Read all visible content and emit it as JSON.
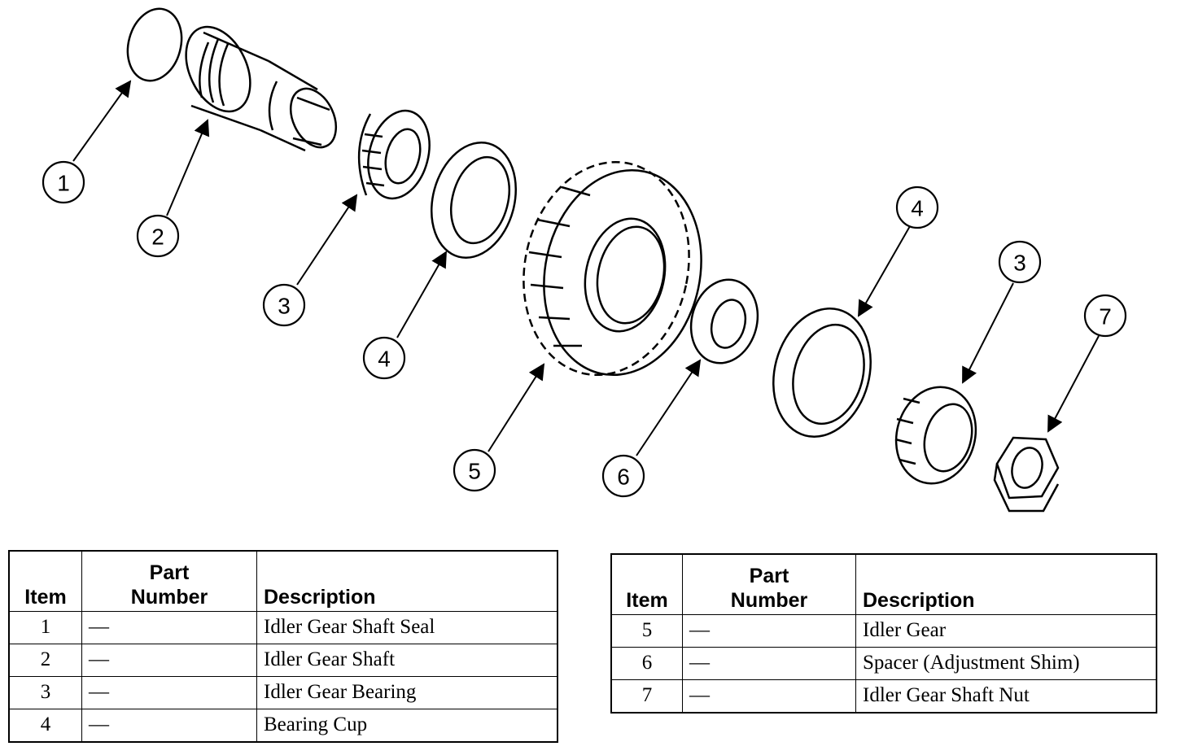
{
  "diagram": {
    "callouts": [
      "1",
      "2",
      "3",
      "4",
      "5",
      "6",
      "4",
      "3",
      "7"
    ]
  },
  "tables": [
    {
      "headers": {
        "item": "Item",
        "part_line1": "Part",
        "part_line2": "Number",
        "description": "Description"
      },
      "rows": [
        {
          "item": "1",
          "part": "—",
          "description": "Idler Gear Shaft Seal"
        },
        {
          "item": "2",
          "part": "—",
          "description": "Idler Gear Shaft"
        },
        {
          "item": "3",
          "part": "—",
          "description": "Idler Gear Bearing"
        },
        {
          "item": "4",
          "part": "—",
          "description": "Bearing Cup"
        }
      ]
    },
    {
      "headers": {
        "item": "Item",
        "part_line1": "Part",
        "part_line2": "Number",
        "description": "Description"
      },
      "rows": [
        {
          "item": "5",
          "part": "—",
          "description": "Idler Gear"
        },
        {
          "item": "6",
          "part": "—",
          "description": "Spacer (Adjustment Shim)"
        },
        {
          "item": "7",
          "part": "—",
          "description": "Idler Gear Shaft Nut"
        }
      ]
    }
  ]
}
